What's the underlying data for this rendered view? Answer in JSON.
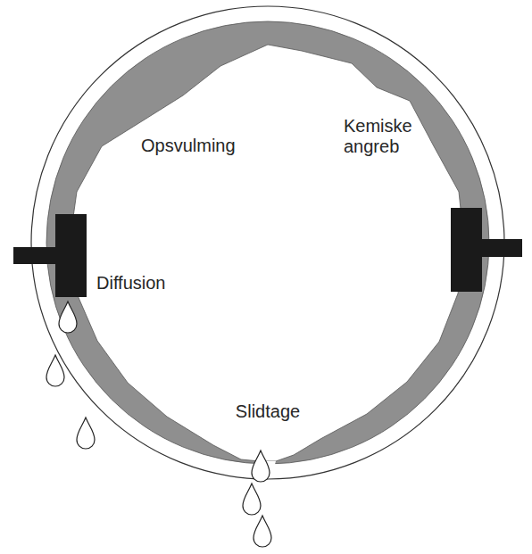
{
  "diagram": {
    "labels": [
      "Opsvulming",
      "Kemiske angreb",
      "Diffusion",
      "Slidtage"
    ]
  }
}
